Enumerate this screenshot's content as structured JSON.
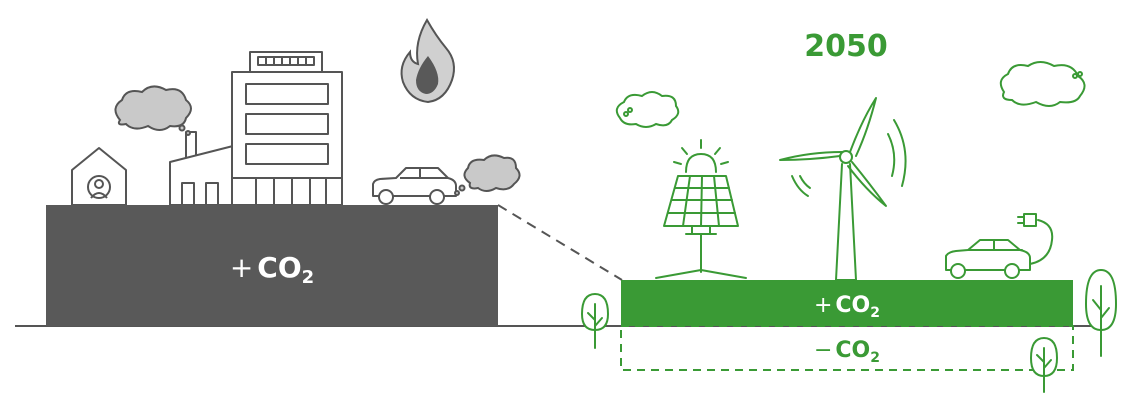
{
  "year": "2050",
  "left_block": {
    "plus": "+",
    "co": "CO",
    "sub": "2"
  },
  "right_block": {
    "plus": "+",
    "co": "CO",
    "sub": "2"
  },
  "right_below": {
    "minus": "−",
    "co": "CO",
    "sub": "2"
  },
  "colors": {
    "today": "#595959",
    "future": "#3a9a35",
    "line": "#555555",
    "cloud_gray": "#c9c9c9",
    "cloud_green": "#ffffff"
  },
  "icons": [
    "house-icon",
    "factory-icon",
    "office-building-icon",
    "car-icon",
    "exhaust-cloud-icon",
    "gas-flame-icon",
    "solar-panel-icon",
    "sun-icon",
    "wind-turbine-icon",
    "electric-car-icon",
    "charging-plug-icon",
    "tree-icon",
    "cloud-icon"
  ]
}
